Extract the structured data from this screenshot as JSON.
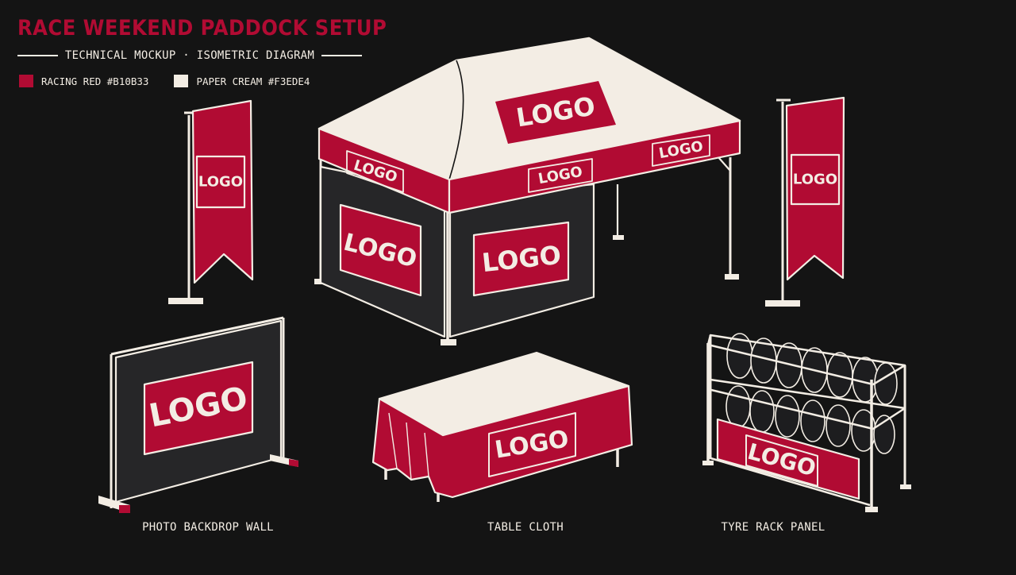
{
  "header": {
    "title": "RACE WEEKEND PADDOCK SETUP",
    "subtitle": "TECHNICAL MOCKUP · ISOMETRIC DIAGRAM"
  },
  "palette": [
    {
      "label": "RACING RED #B10B33",
      "hex": "#B10B33"
    },
    {
      "label": "PAPER CREAM #F3EDE4",
      "hex": "#F3EDE4"
    }
  ],
  "logo_text": "LOGO",
  "captions": {
    "backdrop": "PHOTO BACKDROP WALL",
    "table": "TABLE CLOTH",
    "tyre_rack": "TYRE RACK PANEL"
  },
  "colors": {
    "background": "#141414",
    "panel_dark": "#262628",
    "outline": "#F3EDE4",
    "red": "#B10B33",
    "cream": "#F3EDE4"
  }
}
